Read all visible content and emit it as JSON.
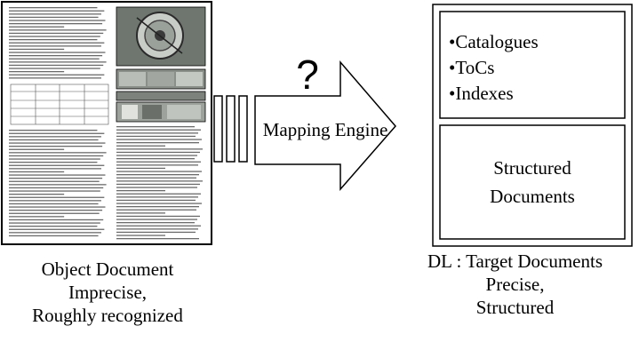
{
  "question_mark": "?",
  "engine_label": "Mapping Engine",
  "target_list": [
    "•Catalogues",
    "•ToCs",
    "•Indexes"
  ],
  "structured_lines": [
    "Structured",
    "Documents"
  ],
  "left_caption": [
    "Object Document",
    "Imprecise,",
    "Roughly recognized"
  ],
  "right_caption": [
    "DL : Target Documents",
    "Precise,",
    "Structured"
  ],
  "colors": {
    "stroke": "#000000",
    "paper": "#ffffff",
    "photo_gray": "#8a8f8a"
  }
}
